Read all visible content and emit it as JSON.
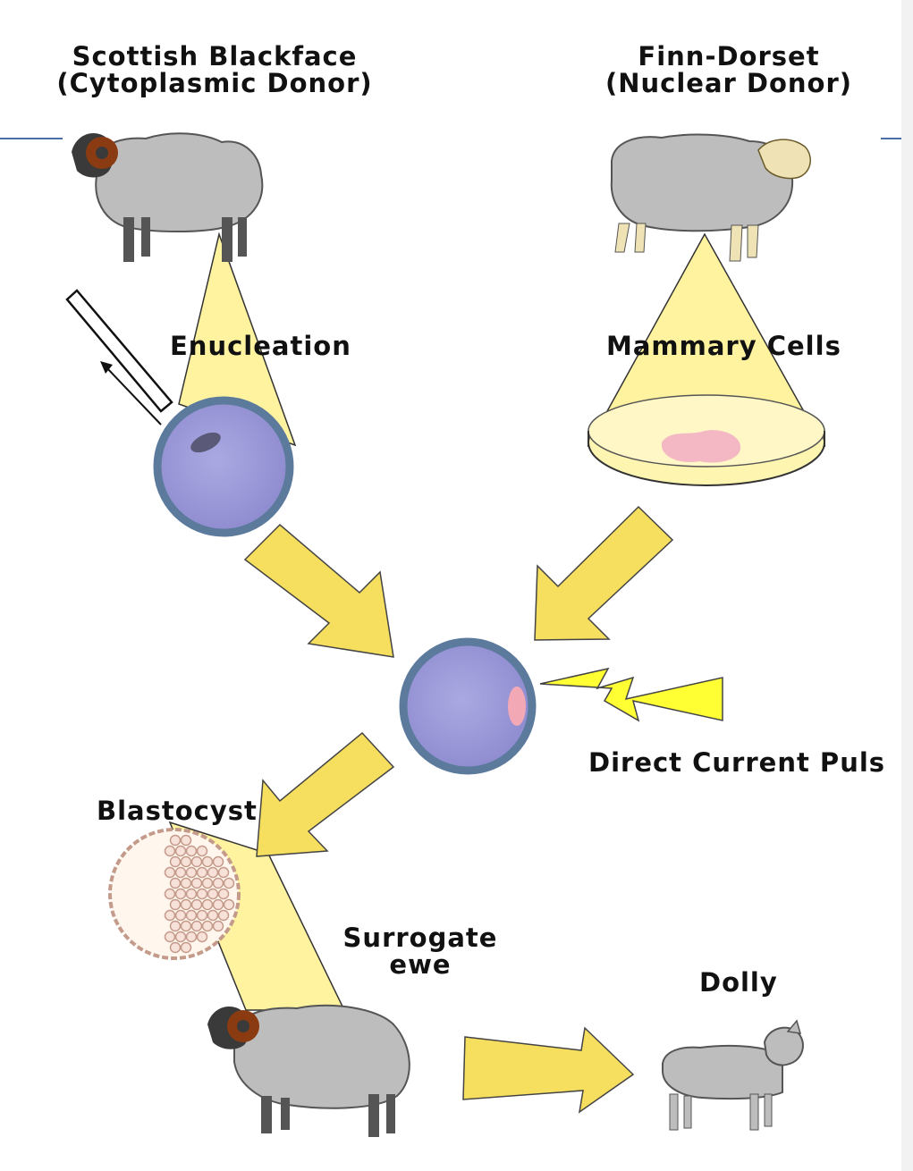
{
  "labels": {
    "donor_cytoplasm_line1": "Scottish Blackface",
    "donor_cytoplasm_line2": "(Cytoplasmic Donor)",
    "donor_nuclear_line1": "Finn-Dorset",
    "donor_nuclear_line2": "(Nuclear Donor)",
    "enucleation": "Enucleation",
    "mammary_cells": "Mammary Cells",
    "direct_current_pulse": "Direct Current Puls",
    "blastocyst": "Blastocyst",
    "surrogate_line1": "Surrogate",
    "surrogate_line2": "ewe",
    "dolly": "Dolly"
  },
  "colors": {
    "wool": "#bdbdbd",
    "face_dark": "#3a3a3a",
    "horn": "#8a3b12",
    "finn_face": "#efe3b5",
    "cell_fill": "#9c9ad8",
    "cell_border": "#5b7a9c",
    "arrow_fill": "#f6df5e",
    "beam_fill": "#fff3a0",
    "dish_fill": "#fdf5b0",
    "tissue": "#f4b7c4",
    "bolt": "#ffff33",
    "nucleus_pink": "#f3a9b5",
    "blastocyst_cells": "#c49a8a"
  },
  "icons": {
    "donor_cytoplasm": "sheep-icon",
    "donor_nuclear": "sheep-icon",
    "pipette": "pipette-icon",
    "dish": "petri-dish-icon",
    "pulse": "lightning-bolt-icon",
    "surrogate": "sheep-icon",
    "dolly": "lamb-icon"
  }
}
